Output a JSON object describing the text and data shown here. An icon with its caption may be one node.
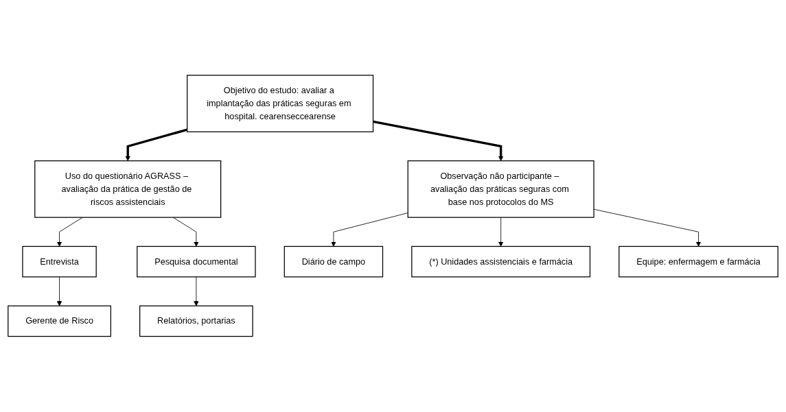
{
  "diagram": {
    "nodes": [
      {
        "text": [
          "Objetivo do estudo: avaliar a implantação das práticas seguras em hospital. cearenseccearense"
        ]
      },
      {
        "text": [
          "Uso do questionário AGRASS – avaliação da prática de gestão de riscos assistenciais"
        ]
      },
      {
        "text": [
          "Observação não participante – avaliação das práticas seguras com base nos protocolos do MS"
        ]
      },
      {
        "text": [
          "Diário de campo"
        ]
      },
      {
        "text": [
          "Entrevista"
        ]
      },
      {
        "text": [
          "Pesquisa documental"
        ]
      },
      {
        "text": [
          "(*) Unidades assistenciais e farmácia"
        ]
      },
      {
        "text": [
          "Equipe: enfermagem e farmácia"
        ]
      },
      {
        "text": [
          "Gerente de Risco"
        ]
      },
      {
        "text": [
          "Relatórios, portarias"
        ]
      }
    ],
    "edges": [
      {
        "from": 0,
        "to": 1,
        "arrow": "to",
        "style": "thick"
      },
      {
        "from": 0,
        "to": 2,
        "arrow": "to",
        "style": "thick"
      },
      {
        "from": 2,
        "to": 3,
        "arrow": "to"
      },
      {
        "from": 1,
        "to": 4,
        "arrow": "to"
      },
      {
        "from": 1,
        "to": 5,
        "arrow": "to"
      },
      {
        "from": 2,
        "to": 6,
        "arrow": "to"
      },
      {
        "from": 2,
        "to": 7,
        "arrow": "to"
      },
      {
        "from": 4,
        "to": 8,
        "arrow": "to"
      },
      {
        "from": 5,
        "to": 9,
        "arrow": "to"
      }
    ]
  }
}
